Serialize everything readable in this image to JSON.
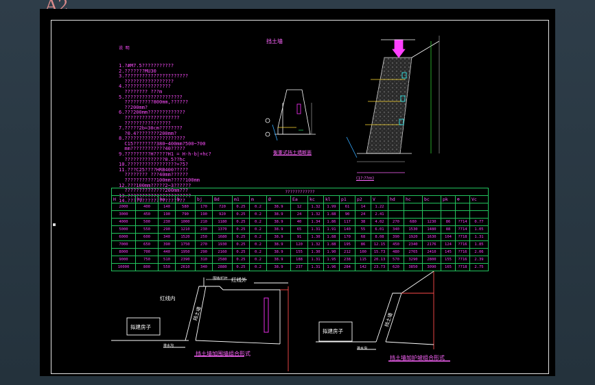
{
  "sheet": {
    "label": "A2"
  },
  "notes": {
    "heading": "说 明",
    "lines": [
      "1.?#M7.5???????????",
      "2.???????MU30",
      "3.??????????????????????",
      "  ?????????????????",
      "4.????????????????",
      "  ???????? ???m",
      "5.????????????????????",
      "  ??????????800mm,??????",
      "  ??200mm?",
      "6.???200mm?????????????",
      "  ???????????????????",
      "  ????????????????",
      "7.?????2b=30cm????????",
      "  ?0.4????????200mm?",
      "8.?????????????????????",
      "  C15????????380~400mm?500~700",
      "  mm????????????40?????",
      "9.?????????H?????H1 = H-h-b|+hc?",
      "  ??????????????0.5??hc",
      "10.?????????????????=?5?",
      "11.???C25????HRB400?????",
      "  ???????? ???40mm??????",
      "  ???????????100mm?????100mm",
      "12.???100mm?????2~3??????",
      "  ??????????????200mm???",
      "13.??????????????????????",
      "14.????????????????????"
    ]
  },
  "titles": {
    "wall": "挡土墙",
    "cross_section": "衡重式挡土墙断面",
    "elevation_caption": "(1?:??m)",
    "table_caption": "????????????",
    "combo1": "挡土墙加围墙组合形式",
    "combo2": "挡土墙加护坡组合形式"
  },
  "table": {
    "headers": [
      "H",
      "hj",
      "hn",
      "b",
      "bj",
      "Bd",
      "m1",
      "m",
      "Ø",
      "Ea",
      "kc",
      "kl",
      "p1",
      "p2",
      "V",
      "hd",
      "hc",
      "bc",
      "pk",
      "⊕",
      "Vc"
    ],
    "rows": [
      [
        "2000",
        "400",
        "140",
        "580",
        "170",
        "720",
        "0.25",
        "0.2",
        "38.9",
        "12",
        "1.32",
        "1.99",
        "61",
        "14",
        "1.22",
        "",
        "",
        "",
        "",
        "",
        ""
      ],
      [
        "3000",
        "450",
        "190",
        "790",
        "190",
        "920",
        "0.25",
        "0.2",
        "38.9",
        "24",
        "1.32",
        "1.88",
        "90",
        "24",
        "2.41",
        "",
        "",
        "",
        "",
        "",
        ""
      ],
      [
        "4000",
        "500",
        "230",
        "1000",
        "210",
        "1180",
        "0.25",
        "0.2",
        "38.9",
        "40",
        "1.34",
        "1.86",
        "117",
        "38",
        "4.02",
        "270",
        "680",
        "1230",
        "86",
        "?714",
        "0.77"
      ],
      [
        "5000",
        "550",
        "290",
        "1210",
        "230",
        "1370",
        "0.25",
        "0.2",
        "38.9",
        "65",
        "1.31",
        "1.91",
        "140",
        "55",
        "6.01",
        "340",
        "1530",
        "1480",
        "88",
        "?714",
        "1.05"
      ],
      [
        "6000",
        "600",
        "340",
        "1520",
        "250",
        "1680",
        "0.25",
        "0.2",
        "38.9",
        "91",
        "1.30",
        "1.88",
        "170",
        "68",
        "8.08",
        "390",
        "1920",
        "1630",
        "104",
        "?718",
        "1.31"
      ],
      [
        "7000",
        "650",
        "390",
        "1750",
        "270",
        "1930",
        "0.25",
        "0.2",
        "38.9",
        "120",
        "1.32",
        "1.88",
        "195",
        "86",
        "12.15",
        "450",
        "2340",
        "2176",
        "124",
        "?716",
        "1.85"
      ],
      [
        "8000",
        "700",
        "440",
        "1950",
        "290",
        "2160",
        "0.25",
        "0.2",
        "38.9",
        "155",
        "1.30",
        "1.90",
        "212",
        "100",
        "15.73",
        "480",
        "2765",
        "2410",
        "145",
        "?716",
        "2.06"
      ],
      [
        "9000",
        "750",
        "510",
        "2390",
        "310",
        "2580",
        "0.25",
        "0.2",
        "38.9",
        "188",
        "1.31",
        "1.95",
        "238",
        "115",
        "20.13",
        "570",
        "3290",
        "2800",
        "155",
        "?716",
        "2.39"
      ],
      [
        "10000",
        "800",
        "550",
        "2610",
        "340",
        "2880",
        "0.25",
        "0.2",
        "38.9",
        "237",
        "1.31",
        "1.96",
        "284",
        "142",
        "23.73",
        "620",
        "3850",
        "3090",
        "165",
        "?718",
        "2.75"
      ]
    ]
  },
  "labels": {
    "red_outer": "红线外",
    "red_inner": "红线内",
    "house1": "拟建房子",
    "house2": "拟建房子",
    "wall_text1": "挡土墙",
    "wall_text2": "挡土墙",
    "drain1": "排水沟",
    "drain2": "排水沟",
    "fence": "围墙/栏杆"
  }
}
